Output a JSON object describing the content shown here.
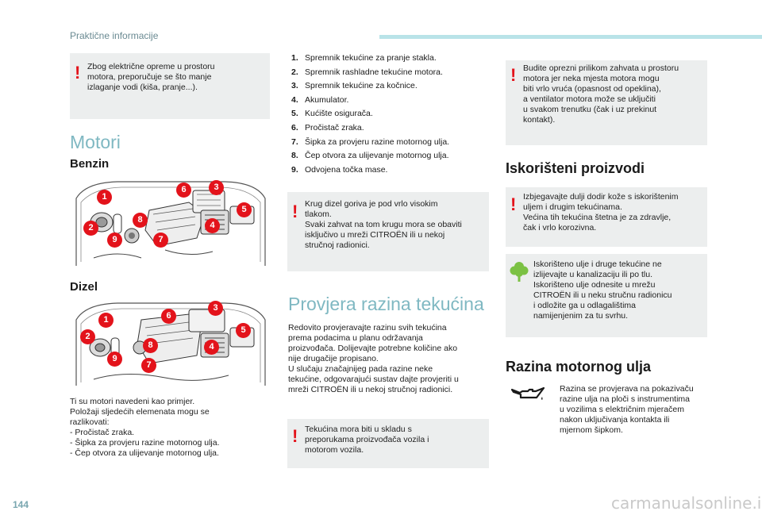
{
  "header": {
    "section": "Praktične informacije"
  },
  "page_number": "144",
  "watermark": "carmanualsonline.info",
  "left": {
    "note1": "Zbog električne opreme u prostoru\nmotora, preporučuje se što manje\nizlaganje vodi (kiša, pranje...).",
    "title": "Motori",
    "benzin": "Benzin",
    "dizel": "Dizel",
    "footer_text": "Ti su motori navedeni kao primjer.\nPoložaji sljedećih elemenata mogu se\nrazlikovati:\n-   Pročistač zraka.\n-   Šipka za provjeru razine motornog ulja.\n-   Čep otvora za ulijevanje motornog ulja."
  },
  "engine_labels": {
    "benzin": [
      "1",
      "6",
      "3",
      "5",
      "8",
      "4",
      "2",
      "9",
      "7"
    ],
    "dizel": [
      "1",
      "6",
      "3",
      "5",
      "2",
      "8",
      "4",
      "9",
      "7"
    ]
  },
  "middle": {
    "list": [
      {
        "num": "1.",
        "text": "Spremnik tekućine za pranje stakla."
      },
      {
        "num": "2.",
        "text": "Spremnik rashladne tekućine motora."
      },
      {
        "num": "3.",
        "text": "Spremnik tekućine za kočnice."
      },
      {
        "num": "4.",
        "text": "Akumulator."
      },
      {
        "num": "5.",
        "text": "Kućište osigurača."
      },
      {
        "num": "6.",
        "text": "Pročistač zraka."
      },
      {
        "num": "7.",
        "text": "Šipka za provjeru razine motornog ulja."
      },
      {
        "num": "8.",
        "text": "Čep otvora za ulijevanje motornog ulja."
      },
      {
        "num": "9.",
        "text": "Odvojena točka mase."
      }
    ],
    "note_dizel": "Krug dizel goriva je pod vrlo visokim\ntlakom.\nSvaki zahvat na tom krugu mora se obaviti\nisključivo u mreži CITROËN ili u nekoj\nstručnoj radionici.",
    "title": "Provjera razina tekućina",
    "body": "Redovito provjeravajte razinu svih tekućina\nprema podacima u planu održavanja\nproizvođača. Dolijevajte potrebne količine ako\nnije drugačije propisano.\nU slučaju značajnijeg pada razine neke\ntekućine, odgovarajući sustav dajte provjeriti u\nmreži CITROËN ili u nekoj stručnoj radionici.",
    "note_fluids": "Tekućina mora biti u skladu s\npreporukama proizvođača vozila i\nmotorom vozila."
  },
  "right": {
    "note_hot": "Budite oprezni prilikom zahvata u prostoru\nmotora jer neka mjesta motora mogu\nbiti vrlo vruća (opasnost od opeklina),\na ventilator motora može se uključiti\nu svakom trenutku (čak i uz prekinut\nkontakt).",
    "title_used": "Iskorišteni proizvodi",
    "note_skin": "Izbjegavajte dulji dodir kože s iskorištenim\nuljem i drugim tekućinama.\nVećina tih tekućina štetna je za zdravlje,\nčak i vrlo korozivna.",
    "note_eco": "Iskorišteno ulje i druge tekućine ne\nizlijevajte u kanalizaciju ili po tlu.\nIskorišteno ulje odnesite u mrežu\nCITROËN ili u neku stručnu radionicu\ni odložite ga u odlagalištima\nnamijenjenim za tu svrhu.",
    "title_oil": "Razina motornog ulja",
    "oil_text": "Razina se provjerava na pokazivaču\nrazine ulja na ploči s instrumentima\nu vozilima s električnim mjeračem\nnakon uključivanja kontakta ili\nmjernom šipkom."
  },
  "colors": {
    "accent": "#e3131b",
    "heading": "#7fb8c2",
    "eco": "#7bc143",
    "note_bg": "#eceeee"
  }
}
